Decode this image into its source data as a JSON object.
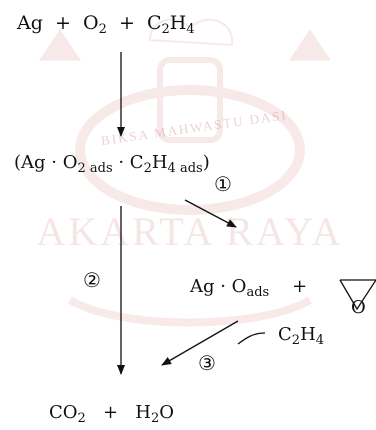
{
  "watermark": {
    "seal_text": "BIKSA MAHWASTU DASI",
    "motto_text": "AKARTA RAYA"
  },
  "reactants": {
    "ag": "Ag",
    "plus1": "+",
    "o": "O",
    "o_sub": "2",
    "plus2": "+",
    "c": "C",
    "c_sub": "2",
    "h": "H",
    "h_sub": "4"
  },
  "intermediate": {
    "open": "(Ag · O",
    "o_sub": "2 ads",
    "mid": " · C",
    "c_sub": "2",
    "h": "H",
    "h_sub": "4 ads",
    "close": ")"
  },
  "step_labels": {
    "step1": "①",
    "step2": "②",
    "step3": "③"
  },
  "adsorbed_oxygen": {
    "ag": "Ag · O",
    "sub": "ads",
    "plus": "+"
  },
  "epoxide_o": "O",
  "ethylene_side": {
    "c": "C",
    "c_sub": "2",
    "h": "H",
    "h_sub": "4"
  },
  "products": {
    "co": "CO",
    "co_sub": "2",
    "plus": "+",
    "h": "H",
    "h_sub": "2",
    "o": "O"
  }
}
